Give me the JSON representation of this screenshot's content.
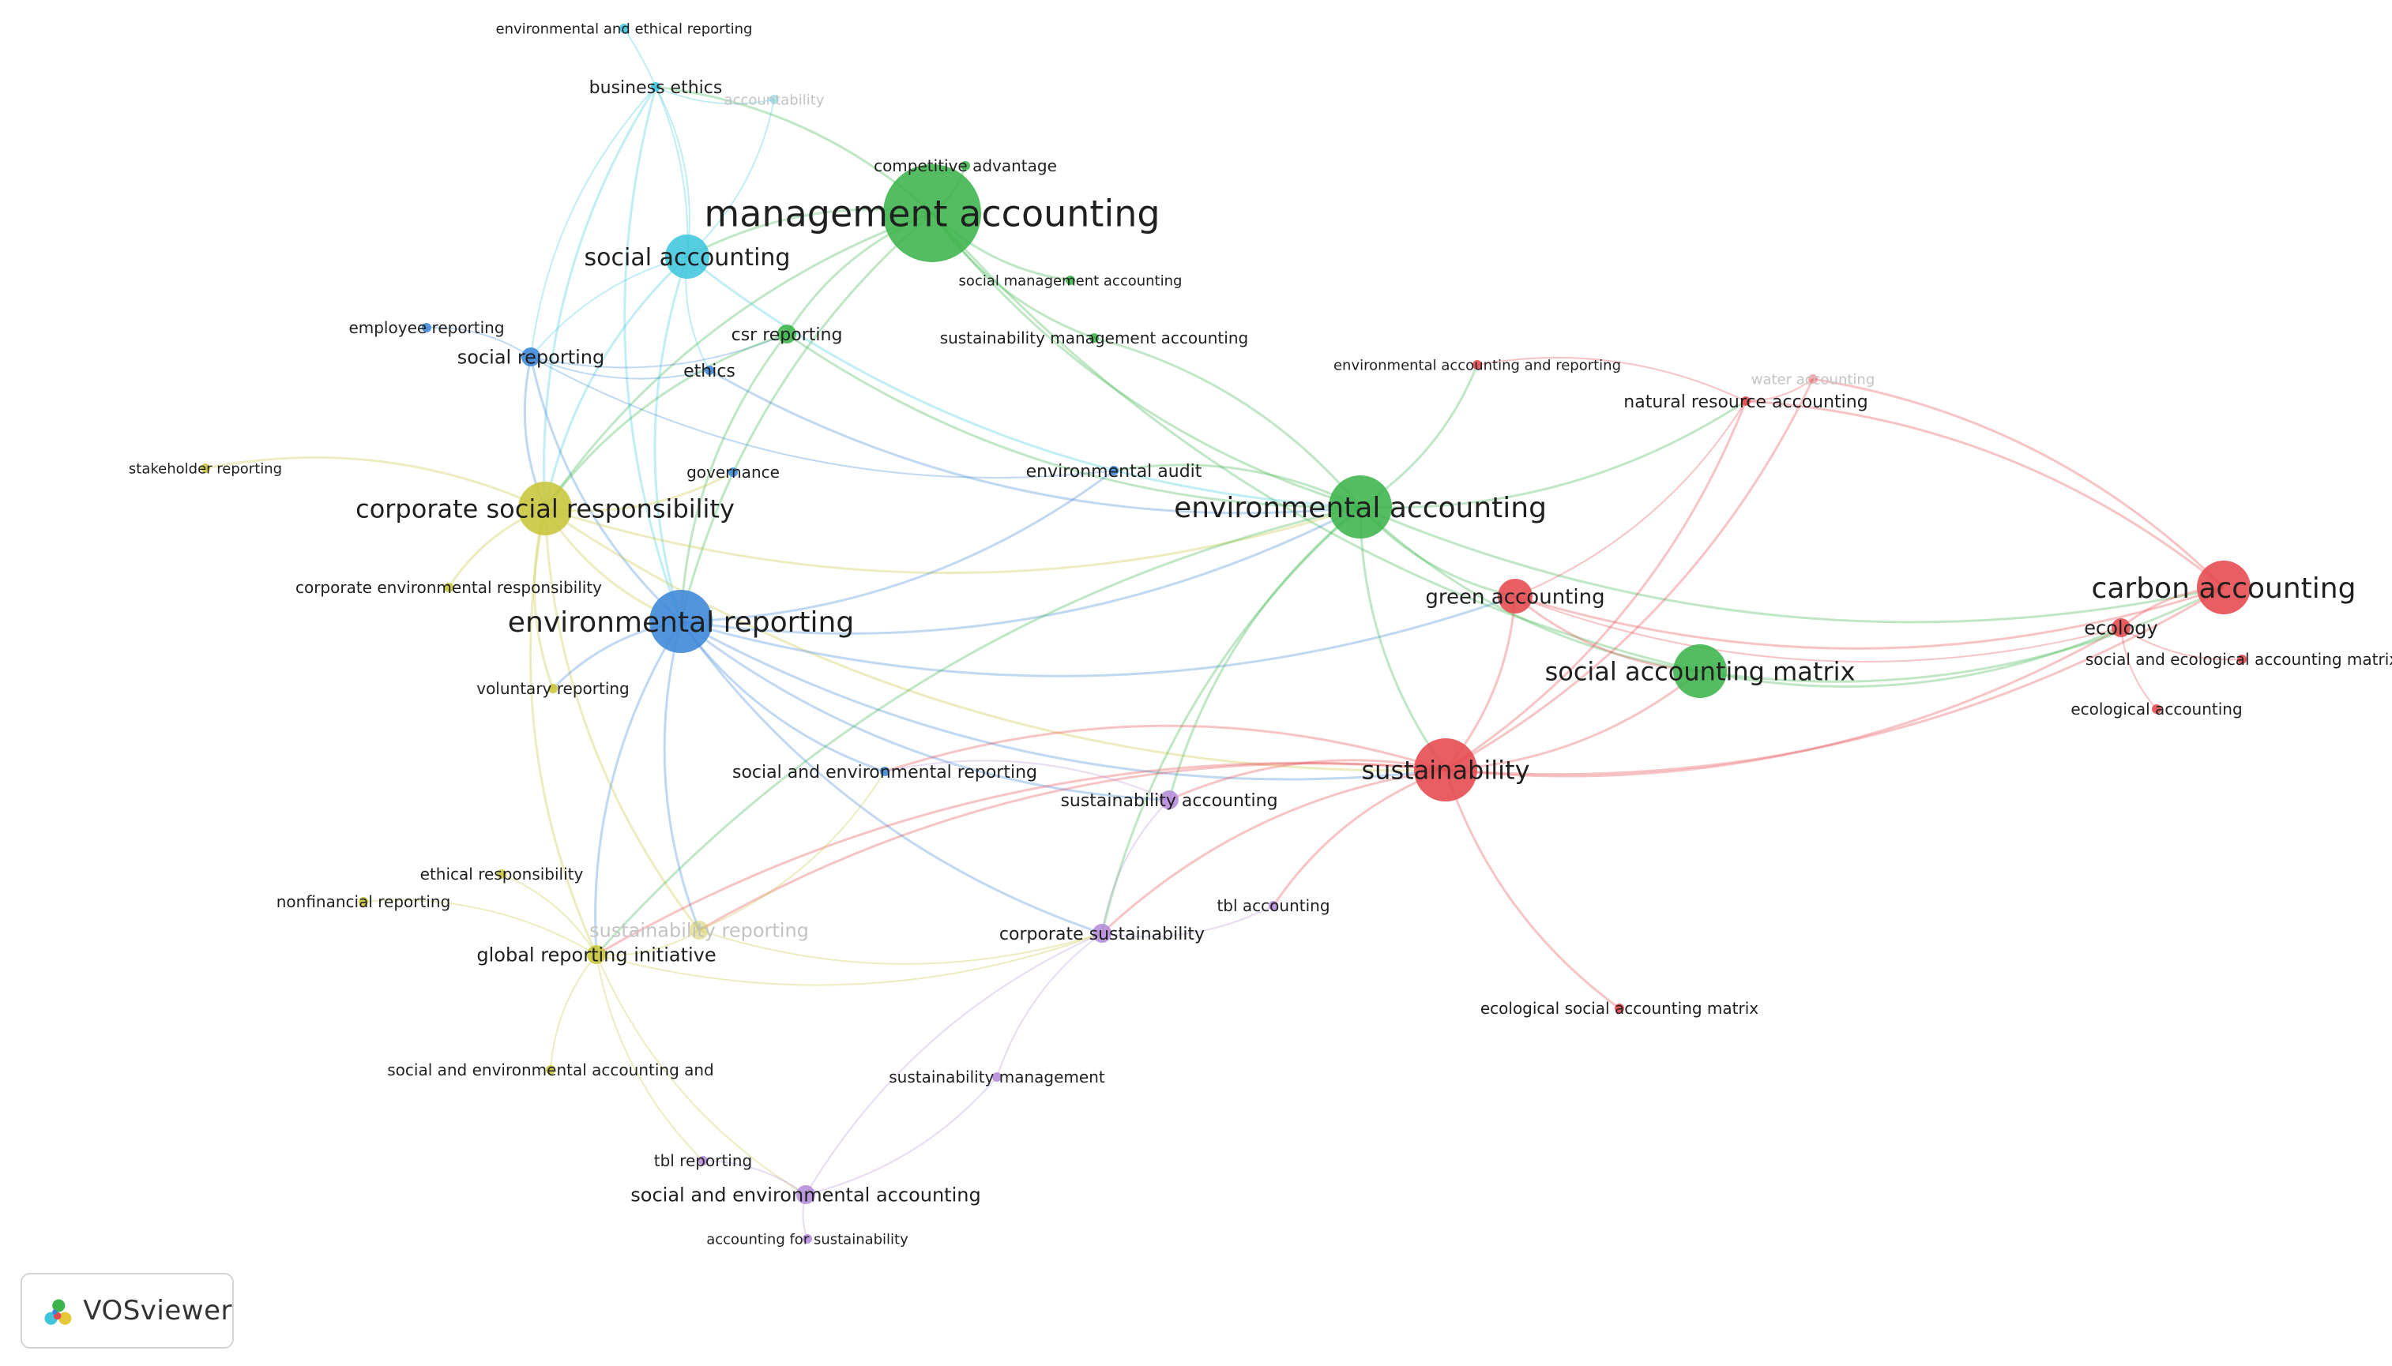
{
  "logo": {
    "name": "VOSviewer"
  },
  "colors": {
    "clusters": {
      "red": "#e5484d",
      "green": "#3cb44b",
      "blue": "#3b86d8",
      "yellow": "#c8c53a",
      "purple": "#b48bd9",
      "cyan": "#3fc6dc"
    }
  },
  "nodes": [
    {
      "id": "environmental-and-ethical-reporting",
      "label": "environmental and ethical reporting",
      "cluster": "cyan",
      "weight": 1
    },
    {
      "id": "business-ethics",
      "label": "business ethics",
      "cluster": "cyan",
      "weight": 1
    },
    {
      "id": "accountability",
      "label": "accountability",
      "cluster": "cyan",
      "weight": 1,
      "faded": true
    },
    {
      "id": "competitive-advantage",
      "label": "competitive advantage",
      "cluster": "green",
      "weight": 1
    },
    {
      "id": "management-accounting",
      "label": "management accounting",
      "cluster": "green",
      "weight": 10
    },
    {
      "id": "social-accounting",
      "label": "social accounting",
      "cluster": "cyan",
      "weight": 4
    },
    {
      "id": "social-management-accounting",
      "label": "social management accounting",
      "cluster": "green",
      "weight": 1
    },
    {
      "id": "employee-reporting",
      "label": "employee reporting",
      "cluster": "blue",
      "weight": 1
    },
    {
      "id": "social-reporting",
      "label": "social reporting",
      "cluster": "blue",
      "weight": 2
    },
    {
      "id": "csr-reporting",
      "label": "csr reporting",
      "cluster": "green",
      "weight": 2
    },
    {
      "id": "ethics",
      "label": "ethics",
      "cluster": "blue",
      "weight": 1
    },
    {
      "id": "sustainability-management-accounting",
      "label": "sustainability management accounting",
      "cluster": "green",
      "weight": 1
    },
    {
      "id": "environmental-accounting-and-reporting",
      "label": "environmental accounting and reporting",
      "cluster": "red",
      "weight": 1
    },
    {
      "id": "water-accounting",
      "label": "water accounting",
      "cluster": "red",
      "weight": 1,
      "faded": true
    },
    {
      "id": "natural-resource-accounting",
      "label": "natural resource accounting",
      "cluster": "red",
      "weight": 1
    },
    {
      "id": "stakeholder-reporting",
      "label": "stakeholder reporting",
      "cluster": "yellow",
      "weight": 1
    },
    {
      "id": "governance",
      "label": "governance",
      "cluster": "blue",
      "weight": 1
    },
    {
      "id": "environmental-audit",
      "label": "environmental audit",
      "cluster": "blue",
      "weight": 1
    },
    {
      "id": "corporate-social-responsibility",
      "label": "corporate social responsibility",
      "cluster": "yellow",
      "weight": 5
    },
    {
      "id": "environmental-accounting",
      "label": "environmental accounting",
      "cluster": "green",
      "weight": 6
    },
    {
      "id": "carbon-accounting",
      "label": "carbon accounting",
      "cluster": "red",
      "weight": 5
    },
    {
      "id": "corporate-environmental-responsibility",
      "label": "corporate environmental responsibility",
      "cluster": "yellow",
      "weight": 1
    },
    {
      "id": "green-accounting",
      "label": "green accounting",
      "cluster": "red",
      "weight": 3
    },
    {
      "id": "ecology",
      "label": "ecology",
      "cluster": "red",
      "weight": 2
    },
    {
      "id": "environmental-reporting",
      "label": "environmental reporting",
      "cluster": "blue",
      "weight": 6
    },
    {
      "id": "social-and-ecological-accounting-matrix",
      "label": "social and ecological accounting matrix",
      "cluster": "red",
      "weight": 1
    },
    {
      "id": "social-accounting-matrix",
      "label": "social accounting matrix",
      "cluster": "green",
      "weight": 5
    },
    {
      "id": "voluntary-reporting",
      "label": "voluntary reporting",
      "cluster": "yellow",
      "weight": 1
    },
    {
      "id": "ecological-accounting",
      "label": "ecological accounting",
      "cluster": "red",
      "weight": 1
    },
    {
      "id": "sustainability",
      "label": "sustainability",
      "cluster": "red",
      "weight": 6
    },
    {
      "id": "social-and-environmental-reporting",
      "label": "social and environmental reporting",
      "cluster": "blue",
      "weight": 1
    },
    {
      "id": "sustainability-accounting",
      "label": "sustainability accounting",
      "cluster": "purple",
      "weight": 2
    },
    {
      "id": "ethical-responsibility",
      "label": "ethical responsibility",
      "cluster": "yellow",
      "weight": 1
    },
    {
      "id": "nonfinancial-reporting",
      "label": "nonfinancial reporting",
      "cluster": "yellow",
      "weight": 1
    },
    {
      "id": "tbl-accounting",
      "label": "tbl accounting",
      "cluster": "purple",
      "weight": 1
    },
    {
      "id": "sustainability-reporting",
      "label": "sustainability reporting",
      "cluster": "yellow",
      "weight": 2,
      "faded": true
    },
    {
      "id": "global-reporting-initiative",
      "label": "global reporting initiative",
      "cluster": "yellow",
      "weight": 2
    },
    {
      "id": "corporate-sustainability",
      "label": "corporate sustainability",
      "cluster": "purple",
      "weight": 2
    },
    {
      "id": "ecological-social-accounting-matrix",
      "label": "ecological social accounting matrix",
      "cluster": "red",
      "weight": 1
    },
    {
      "id": "social-and-environmental-accounting-and",
      "label": "social and environmental accounting and",
      "cluster": "yellow",
      "weight": 1
    },
    {
      "id": "sustainability-management",
      "label": "sustainability management",
      "cluster": "purple",
      "weight": 1
    },
    {
      "id": "tbl-reporting",
      "label": "tbl reporting",
      "cluster": "purple",
      "weight": 1
    },
    {
      "id": "social-and-environmental-accounting",
      "label": "social and environmental accounting",
      "cluster": "purple",
      "weight": 2
    },
    {
      "id": "accounting-for-sustainability",
      "label": "accounting for sustainability",
      "cluster": "purple",
      "weight": 1
    }
  ],
  "links": [
    [
      "management-accounting",
      "social-accounting"
    ],
    [
      "management-accounting",
      "environmental-accounting"
    ],
    [
      "management-accounting",
      "competitive-advantage"
    ],
    [
      "management-accounting",
      "social-management-accounting"
    ],
    [
      "management-accounting",
      "csr-reporting"
    ],
    [
      "management-accounting",
      "sustainability-management-accounting"
    ],
    [
      "management-accounting",
      "corporate-social-responsibility"
    ],
    [
      "management-accounting",
      "social-accounting-matrix"
    ],
    [
      "management-accounting",
      "business-ethics"
    ],
    [
      "management-accounting",
      "environmental-reporting"
    ],
    [
      "social-accounting",
      "business-ethics"
    ],
    [
      "social-accounting",
      "social-reporting"
    ],
    [
      "social-accounting",
      "corporate-social-responsibility"
    ],
    [
      "social-accounting",
      "environmental-reporting"
    ],
    [
      "social-accounting",
      "ethics"
    ],
    [
      "social-accounting",
      "environmental-accounting"
    ],
    [
      "social-accounting",
      "environmental-and-ethical-reporting"
    ],
    [
      "social-accounting",
      "accountability"
    ],
    [
      "business-ethics",
      "accountability"
    ],
    [
      "business-ethics",
      "social-reporting"
    ],
    [
      "business-ethics",
      "corporate-social-responsibility"
    ],
    [
      "business-ethics",
      "environmental-reporting"
    ],
    [
      "social-reporting",
      "employee-reporting"
    ],
    [
      "social-reporting",
      "corporate-social-responsibility"
    ],
    [
      "social-reporting",
      "environmental-reporting"
    ],
    [
      "social-reporting",
      "ethics"
    ],
    [
      "social-reporting",
      "csr-reporting"
    ],
    [
      "social-reporting",
      "environmental-audit"
    ],
    [
      "csr-reporting",
      "corporate-social-responsibility"
    ],
    [
      "csr-reporting",
      "environmental-accounting"
    ],
    [
      "csr-reporting",
      "environmental-reporting"
    ],
    [
      "ethics",
      "environmental-accounting"
    ],
    [
      "corporate-social-responsibility",
      "environmental-reporting"
    ],
    [
      "corporate-social-responsibility",
      "stakeholder-reporting"
    ],
    [
      "corporate-social-responsibility",
      "corporate-environmental-responsibility"
    ],
    [
      "corporate-social-responsibility",
      "global-reporting-initiative"
    ],
    [
      "corporate-social-responsibility",
      "sustainability-reporting"
    ],
    [
      "corporate-social-responsibility",
      "environmental-accounting"
    ],
    [
      "corporate-social-responsibility",
      "sustainability"
    ],
    [
      "corporate-social-responsibility",
      "voluntary-reporting"
    ],
    [
      "corporate-social-responsibility",
      "governance"
    ],
    [
      "environmental-reporting",
      "environmental-accounting"
    ],
    [
      "environmental-reporting",
      "sustainability"
    ],
    [
      "environmental-reporting",
      "global-reporting-initiative"
    ],
    [
      "environmental-reporting",
      "sustainability-reporting"
    ],
    [
      "environmental-reporting",
      "social-and-environmental-reporting"
    ],
    [
      "environmental-reporting",
      "environmental-audit"
    ],
    [
      "environmental-reporting",
      "voluntary-reporting"
    ],
    [
      "environmental-reporting",
      "sustainability-accounting"
    ],
    [
      "environmental-reporting",
      "corporate-sustainability"
    ],
    [
      "environmental-reporting",
      "green-accounting"
    ],
    [
      "environmental-accounting",
      "green-accounting"
    ],
    [
      "environmental-accounting",
      "social-accounting-matrix"
    ],
    [
      "environmental-accounting",
      "sustainability"
    ],
    [
      "environmental-accounting",
      "environmental-audit"
    ],
    [
      "environmental-accounting",
      "natural-resource-accounting"
    ],
    [
      "environmental-accounting",
      "environmental-accounting-and-reporting"
    ],
    [
      "environmental-accounting",
      "sustainability-accounting"
    ],
    [
      "environmental-accounting",
      "carbon-accounting"
    ],
    [
      "environmental-accounting",
      "corporate-sustainability"
    ],
    [
      "environmental-accounting",
      "sustainability-management-accounting"
    ],
    [
      "environmental-accounting",
      "global-reporting-initiative"
    ],
    [
      "sustainability",
      "carbon-accounting"
    ],
    [
      "sustainability",
      "green-accounting"
    ],
    [
      "sustainability",
      "ecology"
    ],
    [
      "sustainability",
      "natural-resource-accounting"
    ],
    [
      "sustainability",
      "sustainability-accounting"
    ],
    [
      "sustainability",
      "corporate-sustainability"
    ],
    [
      "sustainability",
      "ecological-social-accounting-matrix"
    ],
    [
      "sustainability",
      "social-accounting-matrix"
    ],
    [
      "sustainability",
      "tbl-accounting"
    ],
    [
      "sustainability",
      "global-reporting-initiative"
    ],
    [
      "sustainability",
      "social-and-environmental-reporting"
    ],
    [
      "sustainability",
      "water-accounting"
    ],
    [
      "sustainability",
      "sustainability-reporting"
    ],
    [
      "green-accounting",
      "ecology"
    ],
    [
      "green-accounting",
      "natural-resource-accounting"
    ],
    [
      "green-accounting",
      "carbon-accounting"
    ],
    [
      "green-accounting",
      "social-accounting-matrix"
    ],
    [
      "social-accounting-matrix",
      "ecology"
    ],
    [
      "social-accounting-matrix",
      "carbon-accounting"
    ],
    [
      "carbon-accounting",
      "ecology"
    ],
    [
      "carbon-accounting",
      "natural-resource-accounting"
    ],
    [
      "carbon-accounting",
      "water-accounting"
    ],
    [
      "ecology",
      "social-and-ecological-accounting-matrix"
    ],
    [
      "ecology",
      "ecological-accounting"
    ],
    [
      "natural-resource-accounting",
      "water-accounting"
    ],
    [
      "natural-resource-accounting",
      "environmental-accounting-and-reporting"
    ],
    [
      "global-reporting-initiative",
      "sustainability-reporting"
    ],
    [
      "global-reporting-initiative",
      "nonfinancial-reporting"
    ],
    [
      "global-reporting-initiative",
      "ethical-responsibility"
    ],
    [
      "global-reporting-initiative",
      "social-and-environmental-accounting-and"
    ],
    [
      "global-reporting-initiative",
      "corporate-sustainability"
    ],
    [
      "global-reporting-initiative",
      "tbl-reporting"
    ],
    [
      "global-reporting-initiative",
      "social-and-environmental-accounting"
    ],
    [
      "sustainability-reporting",
      "social-and-environmental-reporting"
    ],
    [
      "sustainability-reporting",
      "corporate-sustainability"
    ],
    [
      "sustainability-accounting",
      "corporate-sustainability"
    ],
    [
      "sustainability-accounting",
      "social-and-environmental-reporting"
    ],
    [
      "corporate-sustainability",
      "sustainability-management"
    ],
    [
      "corporate-sustainability",
      "social-and-environmental-accounting"
    ],
    [
      "corporate-sustainability",
      "tbl-accounting"
    ],
    [
      "social-and-environmental-accounting",
      "tbl-reporting"
    ],
    [
      "social-and-environmental-accounting",
      "accounting-for-sustainability"
    ],
    [
      "social-and-environmental-accounting",
      "sustainability-management"
    ]
  ]
}
